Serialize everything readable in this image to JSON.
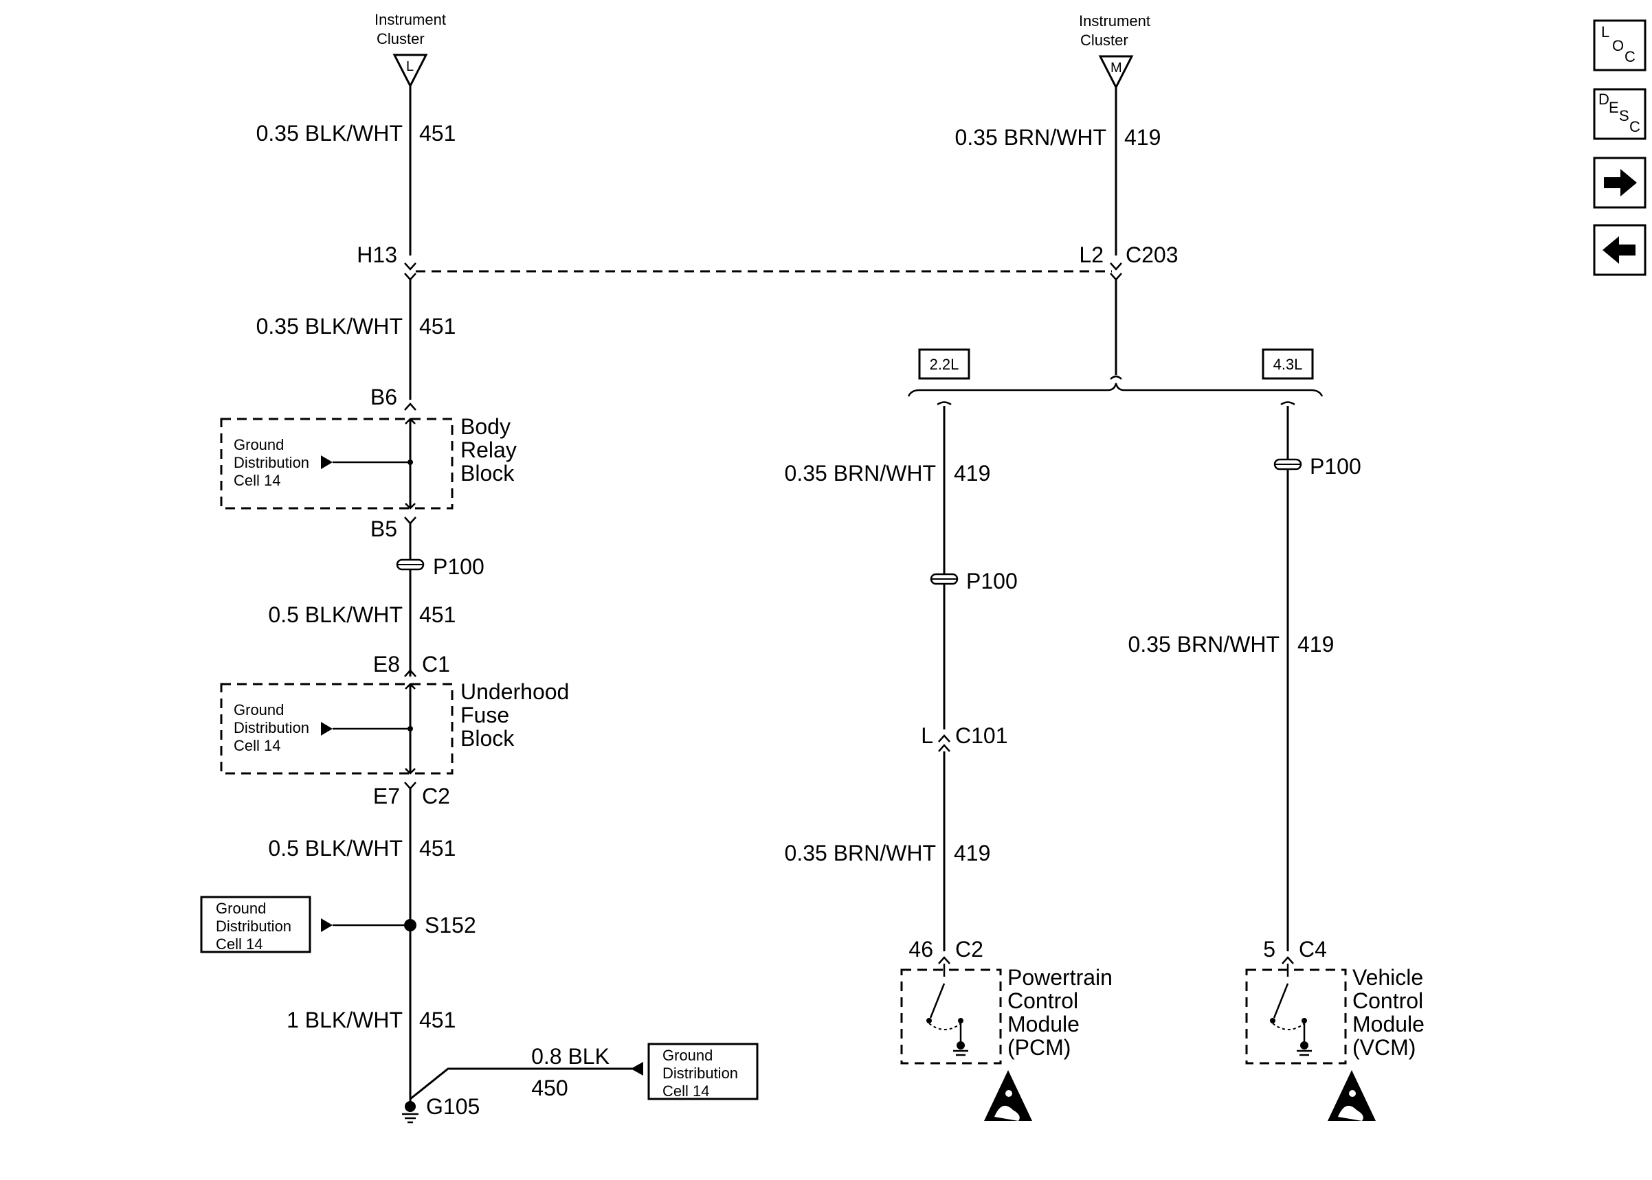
{
  "left_circuit": {
    "source_label": "Instrument Cluster",
    "source_pin": "L",
    "wire_1": {
      "gauge_color": "0.35 BLK/WHT",
      "circuit": "451"
    },
    "junction_pin": "H13",
    "wire_2": {
      "gauge_color": "0.35 BLK/WHT",
      "circuit": "451"
    },
    "body_relay_in_pin": "B6",
    "body_relay_block": {
      "line1": "Body",
      "line2": "Relay",
      "line3": "Block"
    },
    "body_relay_ground": {
      "line1": "Ground",
      "line2": "Distribution",
      "line3": "Cell 14"
    },
    "body_relay_out_pin": "B5",
    "passthrough_1": "P100",
    "wire_3": {
      "gauge_color": "0.5 BLK/WHT",
      "circuit": "451"
    },
    "fuse_in_pin": "E8",
    "fuse_in_conn": "C1",
    "fuse_block": {
      "line1": "Underhood",
      "line2": "Fuse",
      "line3": "Block"
    },
    "fuse_ground": {
      "line1": "Ground",
      "line2": "Distribution",
      "line3": "Cell 14"
    },
    "fuse_out_pin": "E7",
    "fuse_out_conn": "C2",
    "wire_4": {
      "gauge_color": "0.5 BLK/WHT",
      "circuit": "451"
    },
    "splice_ground": {
      "line1": "Ground",
      "line2": "Distribution",
      "line3": "Cell 14"
    },
    "splice": "S152",
    "wire_5": {
      "gauge_color": "1 BLK/WHT",
      "circuit": "451"
    },
    "ground_point": "G105",
    "branch_wire": {
      "gauge_color": "0.8 BLK",
      "circuit": "450"
    },
    "branch_ground": {
      "line1": "Ground",
      "line2": "Distribution",
      "line3": "Cell 14"
    }
  },
  "right_circuit": {
    "source_label": "Instrument Cluster",
    "source_pin": "M",
    "wire_1": {
      "gauge_color": "0.35 BRN/WHT",
      "circuit": "419"
    },
    "junction_pin": "L2",
    "junction_conn": "C203",
    "option_a": "2.2L",
    "option_b": "4.3L",
    "branch_a": {
      "wire_1": {
        "gauge_color": "0.35 BRN/WHT",
        "circuit": "419"
      },
      "passthrough": "P100",
      "conn_pin": "L",
      "conn": "C101",
      "wire_2": {
        "gauge_color": "0.35 BRN/WHT",
        "circuit": "419"
      },
      "module_pin": "46",
      "module_conn": "C2",
      "module": {
        "line1": "Powertrain",
        "line2": "Control",
        "line3": "Module",
        "line4": "(PCM)"
      }
    },
    "branch_b": {
      "passthrough": "P100",
      "wire_1": {
        "gauge_color": "0.35 BRN/WHT",
        "circuit": "419"
      },
      "module_pin": "5",
      "module_conn": "C4",
      "module": {
        "line1": "Vehicle",
        "line2": "Control",
        "line3": "Module",
        "line4": "(VCM)"
      }
    }
  },
  "nav": {
    "loc": {
      "a": "L",
      "b": "O",
      "c": "C"
    },
    "desc": {
      "a": "D",
      "b": "E",
      "c": "S",
      "d": "C"
    }
  }
}
